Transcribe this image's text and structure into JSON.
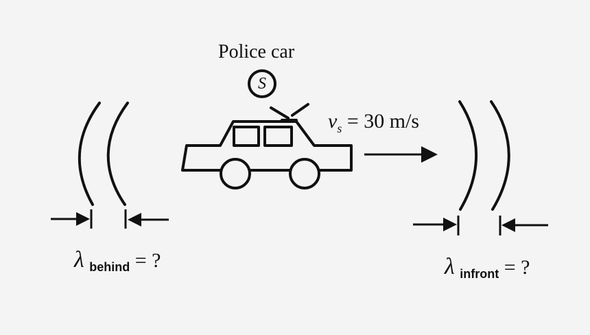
{
  "labels": {
    "title": "Police car",
    "source": "S",
    "velocity_symbol": "v",
    "velocity_subscript": "s",
    "velocity_value": "= 30 m/s",
    "lambda_symbol": "λ",
    "behind_subscript": "behind",
    "front_subscript": "infront",
    "equals_unknown": "= ?"
  }
}
